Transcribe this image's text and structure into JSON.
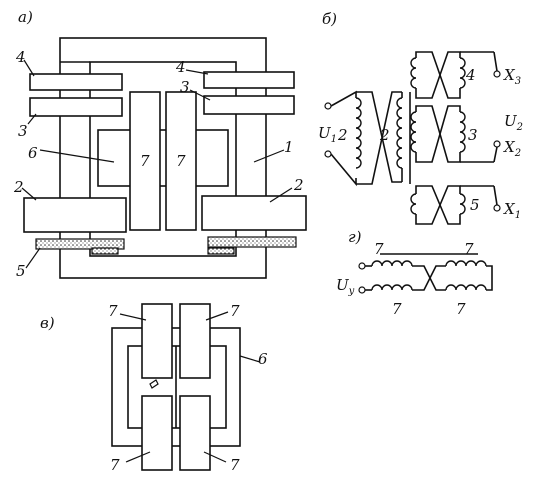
{
  "panels": {
    "a": "а)",
    "b": "б)",
    "v": "в)",
    "g": "г)"
  },
  "panel_a": {
    "labels": {
      "l4_left": "4",
      "l3_left": "3",
      "l6": "6",
      "l2_left": "2",
      "l5": "5",
      "l7_a": "7",
      "l7_b": "7",
      "l4_right": "4",
      "l3_right": "3",
      "l1": "1",
      "l2_right": "2"
    }
  },
  "panel_b": {
    "v1": "U",
    "v1_sub": "1",
    "v2": "U",
    "v2_sub": "2",
    "w2_left": "2",
    "w2_right": "2",
    "w4": "4",
    "w3": "3",
    "w5": "5",
    "x3": "X",
    "x3_sub": "3",
    "x2": "X",
    "x2_sub": "2",
    "x1": "X",
    "x1_sub": "1"
  },
  "panel_v": {
    "tl": "7",
    "tr": "7",
    "bl": "7",
    "br": "7",
    "l6": "6"
  },
  "panel_g": {
    "tl": "7",
    "tr": "7",
    "bl": "7",
    "br": "7",
    "vy": "U",
    "vy_sub": "y"
  }
}
